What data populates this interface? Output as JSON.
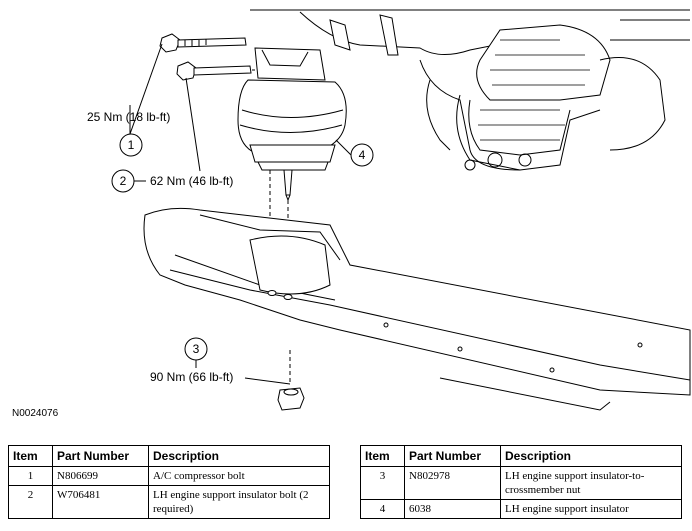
{
  "figure_id": "N0024076",
  "callouts": [
    {
      "num": "1",
      "torque": "25 Nm (18 lb-ft)"
    },
    {
      "num": "2",
      "torque": "62 Nm (46 lb-ft)"
    },
    {
      "num": "3",
      "torque": "90 Nm (66 lb-ft)"
    },
    {
      "num": "4",
      "torque": ""
    }
  ],
  "table_headers": {
    "item": "Item",
    "part_number": "Part Number",
    "description": "Description"
  },
  "table_left": [
    {
      "item": "1",
      "part": "N806699",
      "desc": "A/C compressor bolt"
    },
    {
      "item": "2",
      "part": "W706481",
      "desc": "LH engine support insulator bolt (2 required)"
    }
  ],
  "table_right": [
    {
      "item": "3",
      "part": "N802978",
      "desc": "LH engine support insulator-to-crossmember nut"
    },
    {
      "item": "4",
      "part": "6038",
      "desc": "LH engine support insulator"
    }
  ]
}
